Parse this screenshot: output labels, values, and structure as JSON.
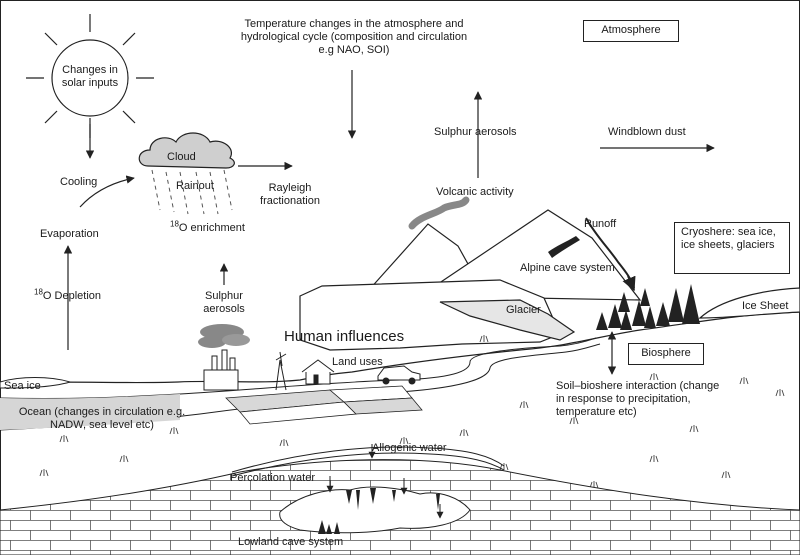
{
  "labels": {
    "solar": "Changes in solar inputs",
    "temperature": "Temperature changes in the atmosphere and hydrological cycle (composition and circulation e.g NAO, SOI)",
    "atmosphere": "Atmosphere",
    "cloud": "Cloud",
    "cooling": "Cooling",
    "rainout": "Rainout",
    "rayleigh": "Rayleigh fractionation",
    "o18_enrichment_sup": "18",
    "o18_enrichment": "O enrichment",
    "evaporation": "Evaporation",
    "o18_depletion_sup": "18",
    "o18_depletion": "O Depletion",
    "sulphur_aerosols_top": "Sulphur aerosols",
    "windblown_dust": "Windblown dust",
    "volcanic_activity": "Volcanic activity",
    "runoff": "Runoff",
    "cryosphere": "Cryoshere: sea ice, ice sheets, glaciers",
    "alpine_cave": "Alpine cave system",
    "sulphur_aerosols_factory": "Sulphur aerosols",
    "human_influences": "Human influences",
    "land_uses": "Land uses",
    "glacier": "Glacier",
    "ice_sheet": "Ice Sheet",
    "biosphere": "Biosphere",
    "sea_ice": "Sea ice",
    "ocean": "Ocean (changes in circulation e.g. NADW, sea level etc)",
    "soil_bioshere": "Soil–bioshere interaction (change in response to precipitation, temperature etc)",
    "allogenic_water": "Allogenic water",
    "percolation_water": "Percolation water",
    "lowland_cave": "Lowland cave system"
  }
}
